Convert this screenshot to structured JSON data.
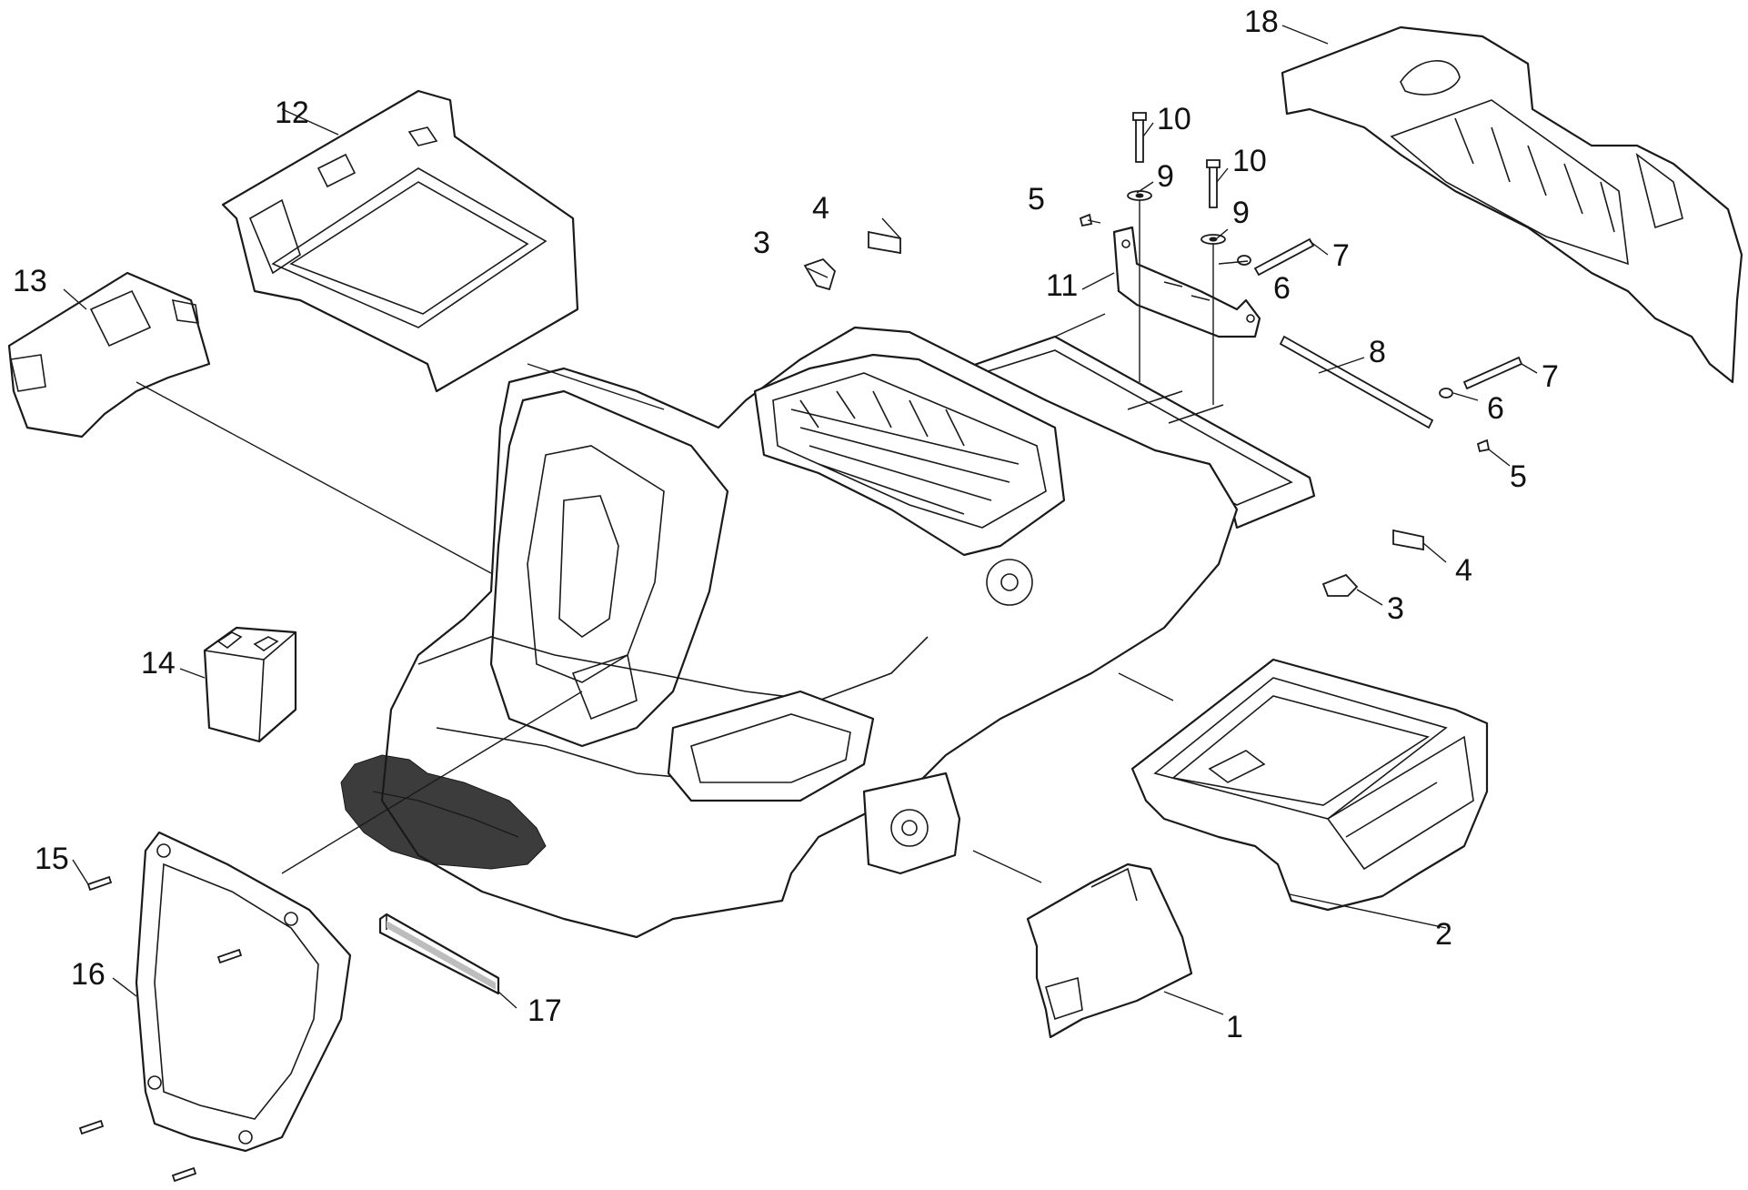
{
  "callouts": {
    "c1": "1",
    "c2": "2",
    "c3a": "3",
    "c3b": "3",
    "c4a": "4",
    "c4b": "4",
    "c5a": "5",
    "c5b": "5",
    "c6a": "6",
    "c6b": "6",
    "c7a": "7",
    "c7b": "7",
    "c8": "8",
    "c9a": "9",
    "c9b": "9",
    "c10a": "10",
    "c10b": "10",
    "c11": "11",
    "c12": "12",
    "c13": "13",
    "c14": "14",
    "c15": "15",
    "c16": "16",
    "c17": "17",
    "c18": "18"
  },
  "colors": {
    "line": "#1a1a1a",
    "background": "#ffffff"
  }
}
